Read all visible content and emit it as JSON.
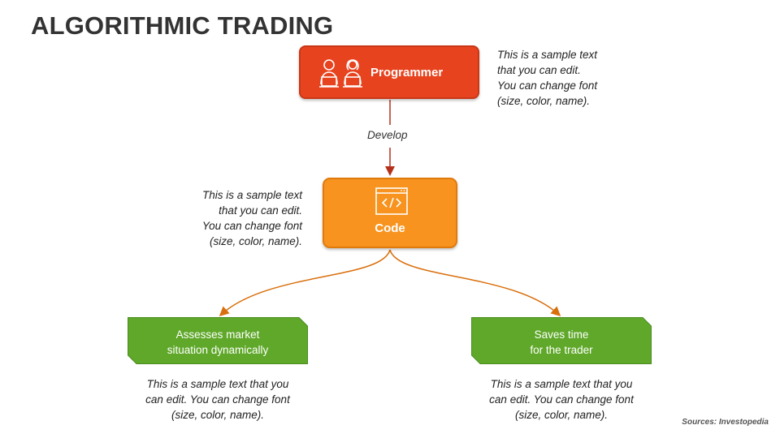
{
  "title": "ALGORITHMIC TRADING",
  "nodes": {
    "programmer": {
      "label": "Programmer",
      "icon": "people-with-laptops-icon"
    },
    "code": {
      "label": "Code",
      "icon": "code-window-icon"
    },
    "assesses": {
      "lines": [
        "Assesses market",
        "situation dynamically"
      ]
    },
    "saves": {
      "lines": [
        "Saves time",
        "for the trader"
      ]
    }
  },
  "edge_label": "Develop",
  "notes": {
    "programmer": [
      "This is a sample text",
      "that you can edit.",
      "You can change font",
      "(size, color, name)."
    ],
    "code": [
      "This is a sample text",
      "that you can edit.",
      "You can change font",
      "(size, color, name)."
    ],
    "assesses": [
      "This is a sample text that you",
      "can edit. You can change font",
      "(size, color, name)."
    ],
    "saves": [
      "This is a sample text that you",
      "can edit. You can change font",
      "(size, color, name)."
    ]
  },
  "source": "Sources: Investopedia",
  "colors": {
    "programmer": "#e8431f",
    "code": "#f7931e",
    "green": "#5fa82a",
    "arrow_red": "#b5301a",
    "arrow_orange": "#d96f0c"
  }
}
